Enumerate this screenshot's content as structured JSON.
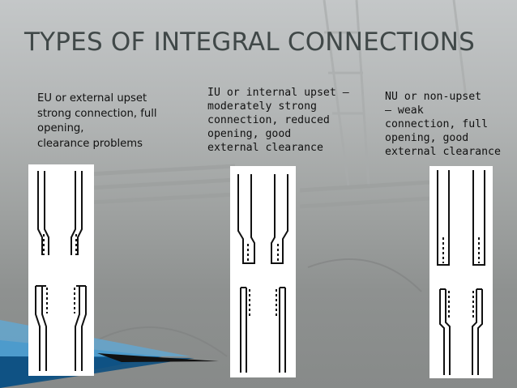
{
  "slide": {
    "title": "TYPES OF INTEGRAL CONNECTIONS"
  },
  "connections": [
    {
      "caption": "EU or external upset\nstrong connection, full\nopening,\nclearance problems",
      "diagram_icon": "external-upset-connection-diagram"
    },
    {
      "caption": "IU or internal upset –\nmoderately strong\nconnection, reduced\nopening, good\nexternal clearance",
      "diagram_icon": "internal-upset-connection-diagram"
    },
    {
      "caption": "NU or non-upset\n– weak\nconnection, full\nopening, good\nexternal clearance",
      "diagram_icon": "non-upset-connection-diagram"
    }
  ],
  "colors": {
    "title": "#404848",
    "caption": "#111111",
    "accent_blue": "#1e6fa8",
    "panel": "#ffffff"
  }
}
